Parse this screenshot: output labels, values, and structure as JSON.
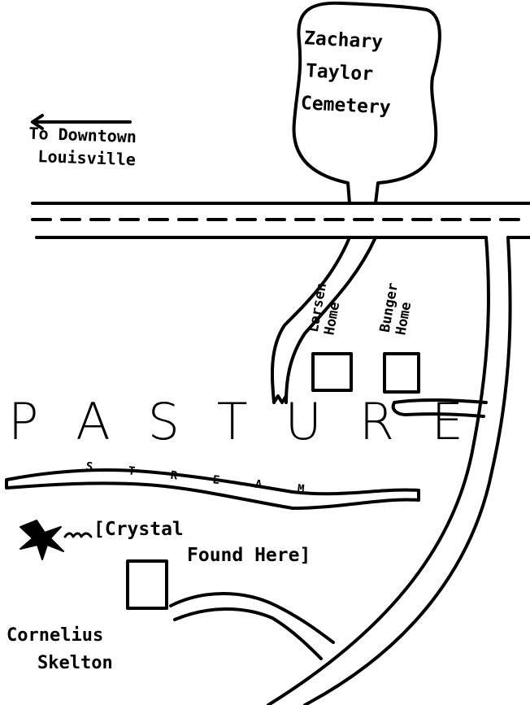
{
  "labels": {
    "cemetery": [
      "Zachary",
      "Taylor",
      "Cemetery"
    ],
    "downtown": [
      "To Downtown",
      "Louisville"
    ],
    "larsen": [
      "Larsen",
      "Home"
    ],
    "bunger": [
      "Bunger",
      "Home"
    ],
    "pasture": [
      "P",
      "A",
      "S",
      "T",
      "U",
      "R",
      "E"
    ],
    "stream": [
      "S",
      "T",
      "R",
      "E",
      "A",
      "M"
    ],
    "crystal": [
      "[Crystal",
      "Found Here]"
    ],
    "skelton": [
      "Cornelius",
      "Skelton"
    ]
  },
  "colors": {
    "ink": "#000000",
    "paper": "#ffffff"
  },
  "icons": {
    "arrow": "arrow-left-icon",
    "crystal": "star-burst-icon"
  }
}
